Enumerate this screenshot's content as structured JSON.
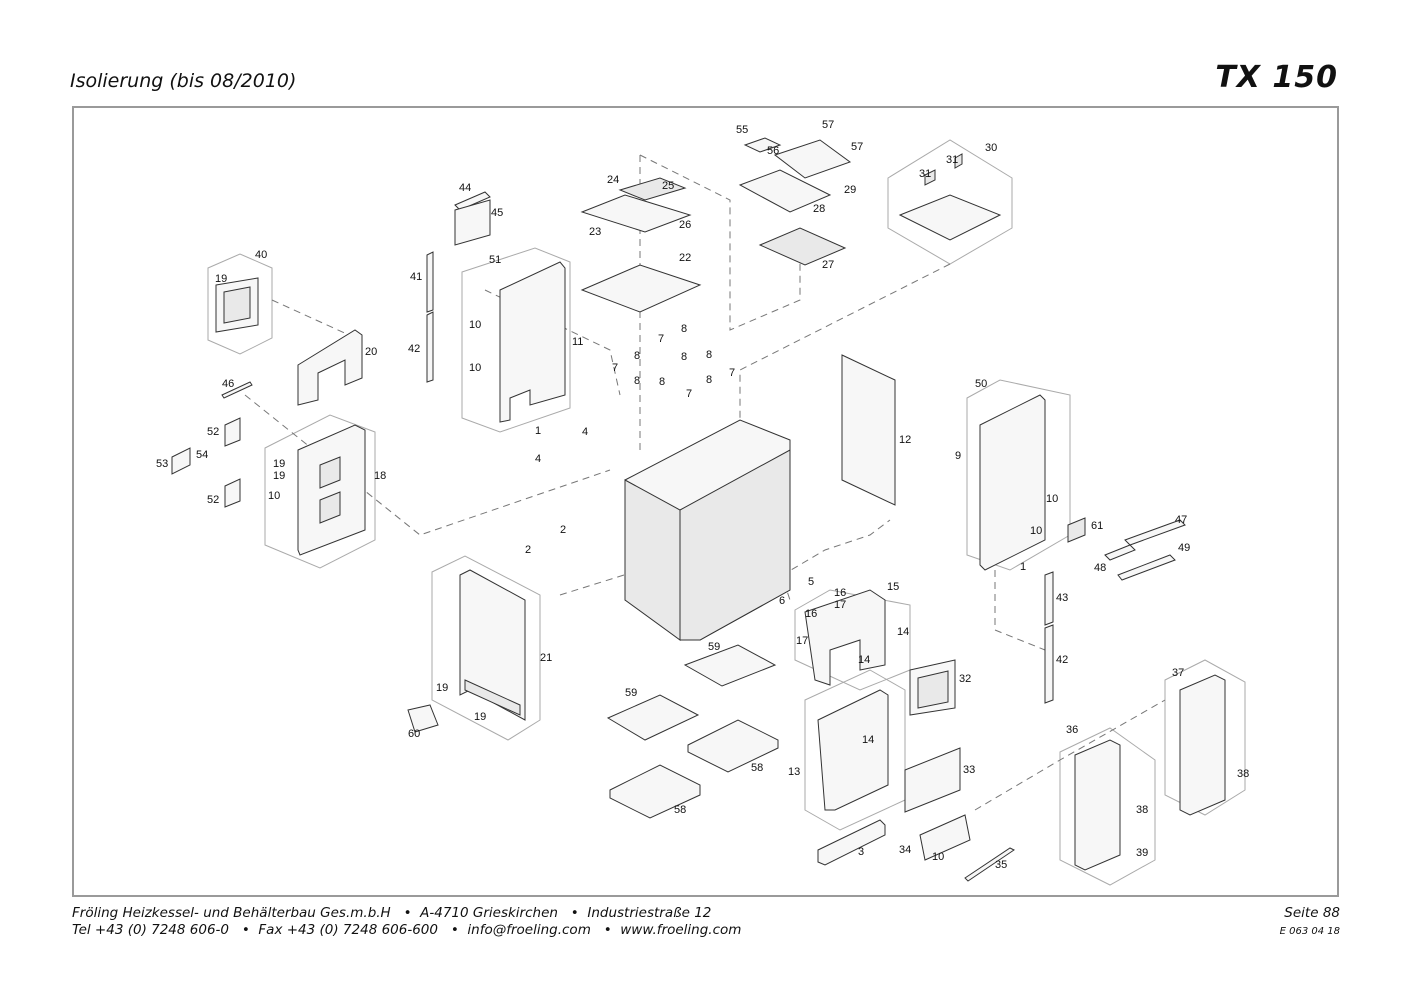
{
  "header": {
    "title": "Isolierung (bis 08/2010)",
    "model": "TX 150"
  },
  "footer": {
    "line1": "Fröling Heizkessel- und Behälterbau Ges.m.b.H   •  A-4710 Grieskirchen   •  Industriestraße 12",
    "line2": "Tel +43 (0) 7248 606-0   •  Fax +43 (0) 7248 606-600   •  info@froeling.com   •  www.froeling.com",
    "page": "Seite 88",
    "doc_number": "E 063 04 18"
  },
  "callouts": {
    "c1a": "1",
    "c1b": "1",
    "c2a": "2",
    "c2b": "2",
    "c3": "3",
    "c4a": "4",
    "c4b": "4",
    "c5": "5",
    "c6": "6",
    "c7a": "7",
    "c7b": "7",
    "c7c": "7",
    "c7d": "7",
    "c8a": "8",
    "c8b": "8",
    "c8c": "8",
    "c8d": "8",
    "c8e": "8",
    "c8f": "8",
    "c8g": "8",
    "c9": "9",
    "c10a": "10",
    "c10b": "10",
    "c10c": "10",
    "c10d": "10",
    "c10e": "10",
    "c10f": "10",
    "c11": "11",
    "c12": "12",
    "c13": "13",
    "c14a": "14",
    "c14b": "14",
    "c14c": "14",
    "c15": "15",
    "c16a": "16",
    "c16b": "16",
    "c17a": "17",
    "c17b": "17",
    "c18": "18",
    "c19a": "19",
    "c19b": "19",
    "c19c": "19",
    "c19d": "19",
    "c19e": "19",
    "c20": "20",
    "c21": "21",
    "c22": "22",
    "c23": "23",
    "c24": "24",
    "c25": "25",
    "c26": "26",
    "c27": "27",
    "c28": "28",
    "c29": "29",
    "c30": "30",
    "c31a": "31",
    "c31b": "31",
    "c32": "32",
    "c33": "33",
    "c34": "34",
    "c35": "35",
    "c36": "36",
    "c37": "37",
    "c38a": "38",
    "c38b": "38",
    "c39": "39",
    "c40": "40",
    "c41": "41",
    "c42a": "42",
    "c42b": "42",
    "c43": "43",
    "c44": "44",
    "c45": "45",
    "c46": "46",
    "c47": "47",
    "c48": "48",
    "c49": "49",
    "c50": "50",
    "c51": "51",
    "c52a": "52",
    "c52b": "52",
    "c53": "53",
    "c54": "54",
    "c55": "55",
    "c56": "56",
    "c57a": "57",
    "c57b": "57",
    "c58a": "58",
    "c58b": "58",
    "c59a": "59",
    "c59b": "59",
    "c60": "60",
    "c61": "61"
  }
}
